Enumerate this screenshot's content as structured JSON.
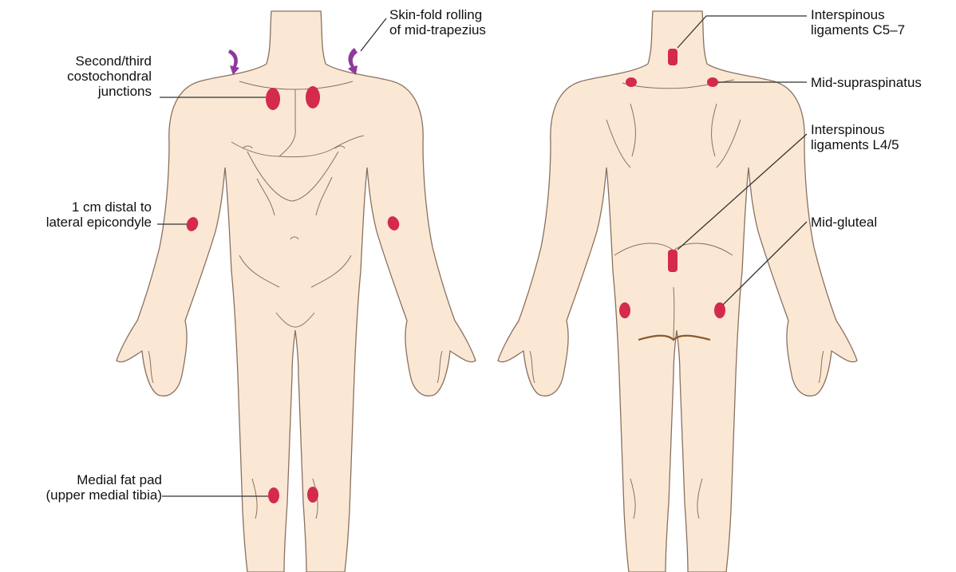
{
  "colors": {
    "skin_fill": "#fbe8d4",
    "skin_outline": "#8a7060",
    "tender_point": "#d42a4c",
    "leader_line": "#333333",
    "arrow": "#8e3a9c",
    "gluteal_crease": "#8a5a2a"
  },
  "icons": {
    "skinfold_arrows": "curved-arrow-icon"
  },
  "labels": {
    "skinfold_line1": "Skin-fold rolling",
    "skinfold_line2": "of mid-trapezius",
    "costo_line1": "Second/third",
    "costo_line2": "costochondral",
    "costo_line3": "junctions",
    "epicondyle_line1": "1 cm distal to",
    "epicondyle_line2": "lateral epicondyle",
    "fatpad_line1": "Medial fat pad",
    "fatpad_line2": "(upper medial tibia)",
    "c57_line1": "Interspinous",
    "c57_line2": "ligaments C5–7",
    "supraspinatus": "Mid-supraspinatus",
    "l45_line1": "Interspinous",
    "l45_line2": "ligaments L4/5",
    "gluteal": "Mid-gluteal"
  }
}
